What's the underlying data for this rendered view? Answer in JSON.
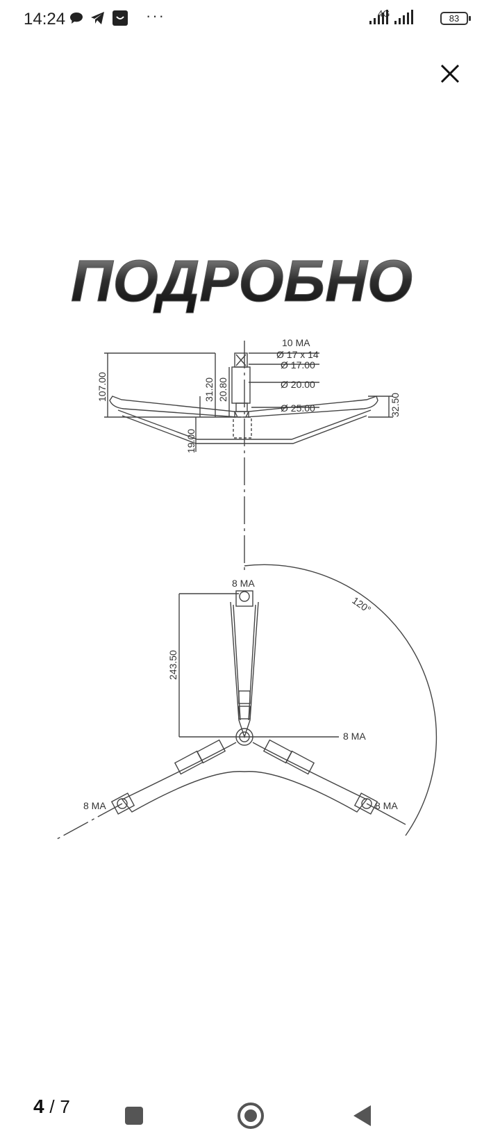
{
  "status_bar": {
    "time": "14:24",
    "network": "4G",
    "battery": "83",
    "overflow": "···",
    "icons": [
      "chat-bubble-icon",
      "telegram-icon",
      "app-notification-icon",
      "signal-icon",
      "signal-icon",
      "battery-icon"
    ]
  },
  "viewer": {
    "close_icon": "close-icon",
    "headline": "ПОДРОБНО",
    "drawing": {
      "side_view_labels": {
        "thread_top": "10 MA",
        "diam_17x14": "Ø 17 x 14",
        "diam_17": "Ø 17.00",
        "diam_20": "Ø 20.00",
        "diam_25": "Ø 25.00",
        "height_107": "107.00",
        "height_31_20": "31.20",
        "height_20_80": "20.80",
        "height_32_50": "32.50",
        "depth_19": "19.00"
      },
      "top_view_labels": {
        "thread_top_arm": "8 MA",
        "arm_length": "243.50",
        "thread_center": "8 MA",
        "thread_left_arm": "8 MA",
        "thread_right_arm": "8 MA",
        "angle": "120°"
      }
    }
  },
  "pager": {
    "current": "4",
    "separator": "/",
    "total": "7"
  },
  "nav_bar": {
    "recents_icon": "square-icon",
    "home_icon": "circle-home-icon",
    "back_icon": "triangle-back-icon"
  }
}
